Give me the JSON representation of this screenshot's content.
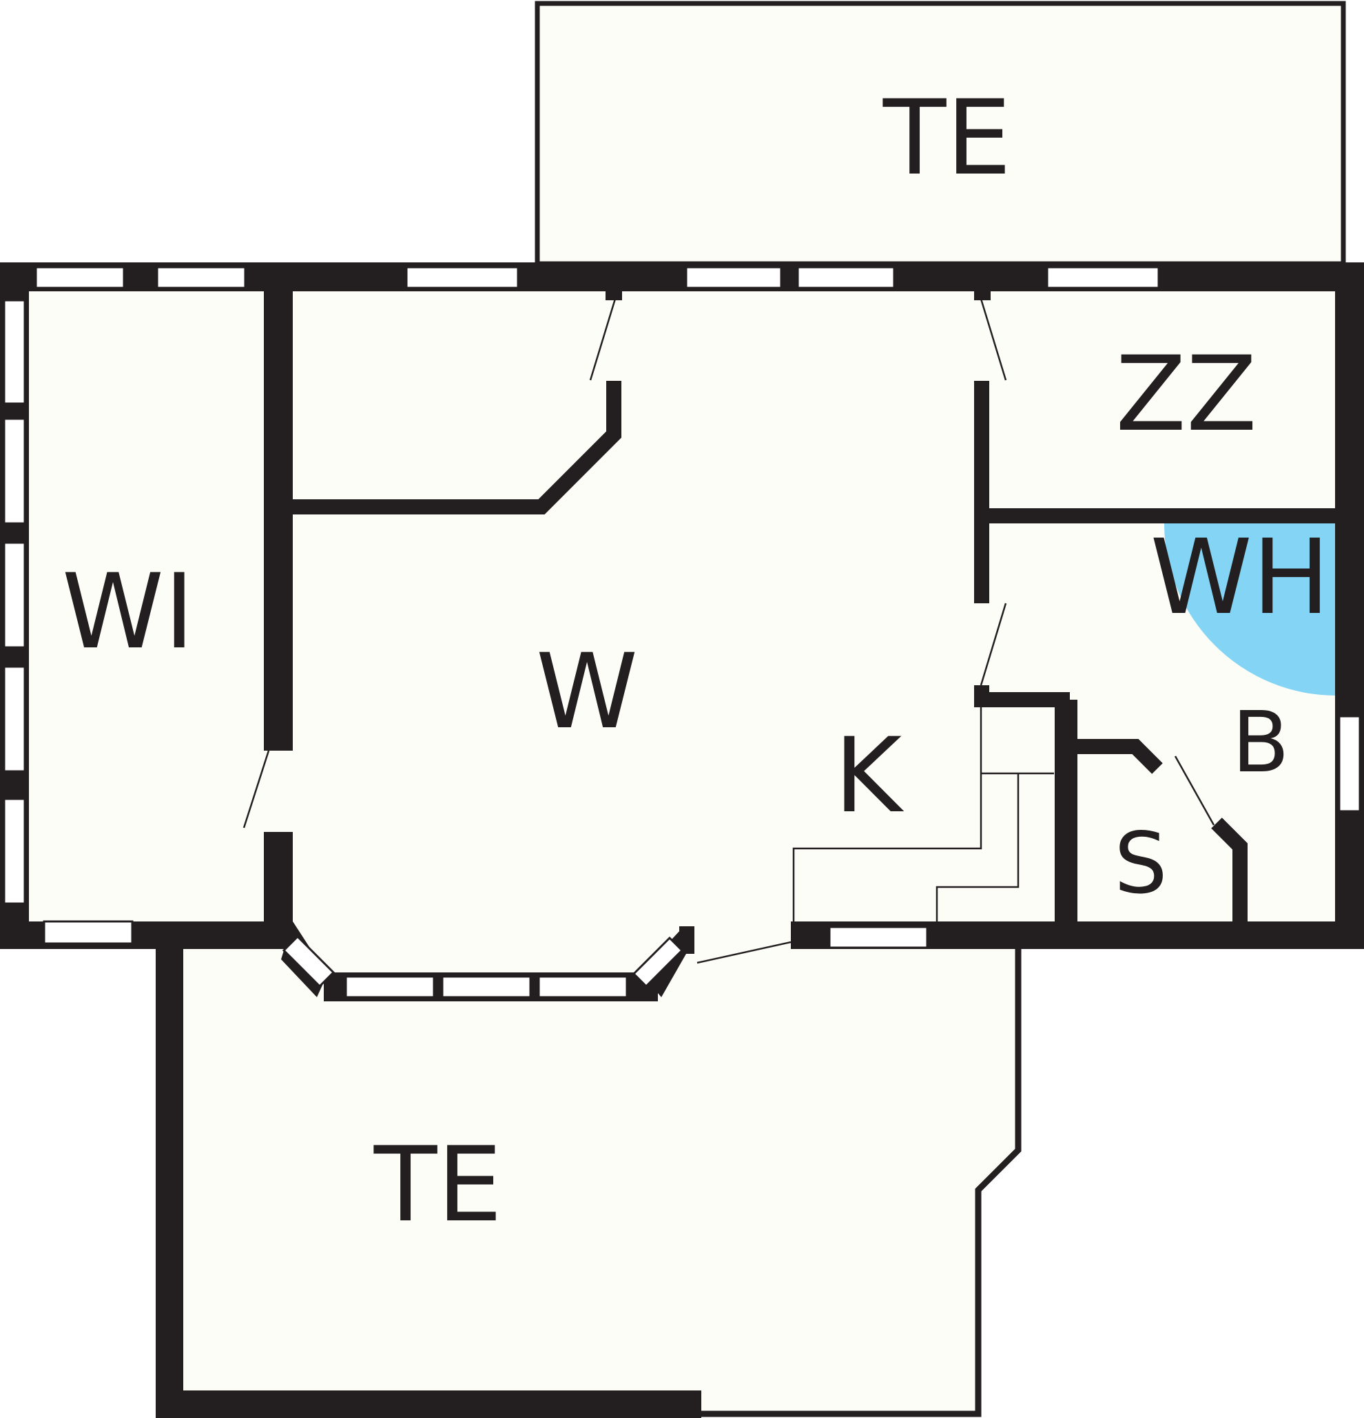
{
  "floorplan": {
    "labels": {
      "te_top": "TE",
      "zz": "ZZ",
      "wh": "WH",
      "wi": "WI",
      "w": "W",
      "k": "K",
      "b": "B",
      "s": "S",
      "te_bottom": "TE"
    },
    "colors": {
      "wall": "#231f20",
      "floor": "#fdfdf8",
      "highlight": "#83d4f5"
    }
  }
}
